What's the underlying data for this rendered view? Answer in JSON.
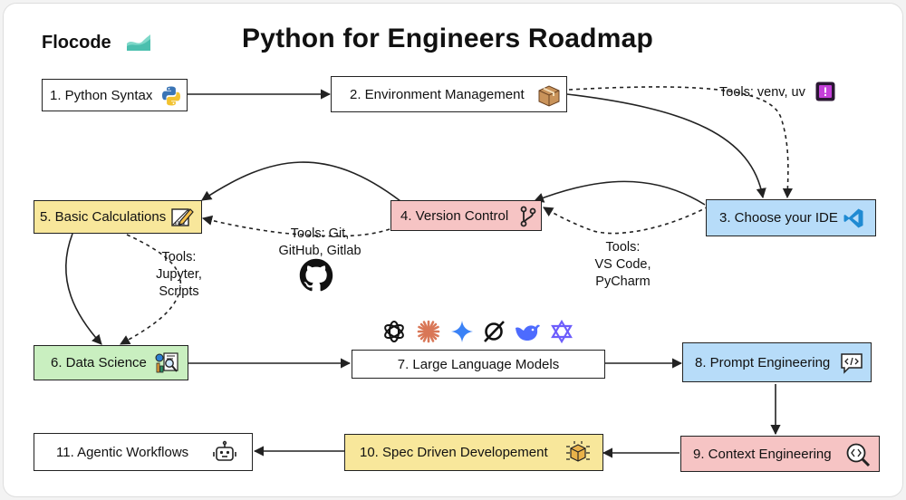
{
  "brand": {
    "name": "Flocode"
  },
  "title": "Python for Engineers Roadmap",
  "colors": {
    "green": "#c9efc0",
    "pink": "#f6c4c4",
    "yellow": "#f8e79b",
    "blue": "#b7dcf9",
    "white": "#ffffff"
  },
  "nodes": {
    "python_syntax": "1. Python Syntax",
    "environment_management": "2. Environment Management",
    "choose_ide": "3. Choose your IDE",
    "version_control": "4. Version Control",
    "basic_calculations": "5. Basic Calculations",
    "data_science": "6. Data Science",
    "large_language_models": "7. Large Language Models",
    "prompt_engineering": "8. Prompt Engineering",
    "context_engineering": "9. Context Engineering",
    "spec_driven": "10. Spec Driven Developement",
    "agentic_workflows": "11. Agentic Workflows"
  },
  "notes": {
    "env_tools": "Tools: venv, uv",
    "vc_tools": [
      "Tools: Git,",
      "GitHub, Gitlab"
    ],
    "ide_tools": [
      "Tools:",
      "VS Code,",
      "PyCharm"
    ],
    "calc_tools": [
      "Tools:",
      "Jupyter,",
      "Scripts"
    ]
  },
  "icons": {
    "python_syntax": "python-logo-icon",
    "environment_management": "package-box-icon",
    "env_tool": "uv-logo-icon",
    "choose_ide": "vscode-logo-icon",
    "version_control": "git-branch-icon",
    "basic_calculations": "pencil-ruler-icon",
    "github": "github-logo-icon",
    "data_science": "data-analysis-icon",
    "llm_logos": [
      "openai-logo-icon",
      "claude-logo-icon",
      "gemini-logo-icon",
      "grok-logo-icon",
      "deepseek-logo-icon",
      "meta-logo-icon"
    ],
    "prompt_engineering": "chat-code-icon",
    "context_engineering": "magnifier-code-icon",
    "spec_driven": "circuit-cube-icon",
    "agentic_workflows": "robot-icon"
  }
}
